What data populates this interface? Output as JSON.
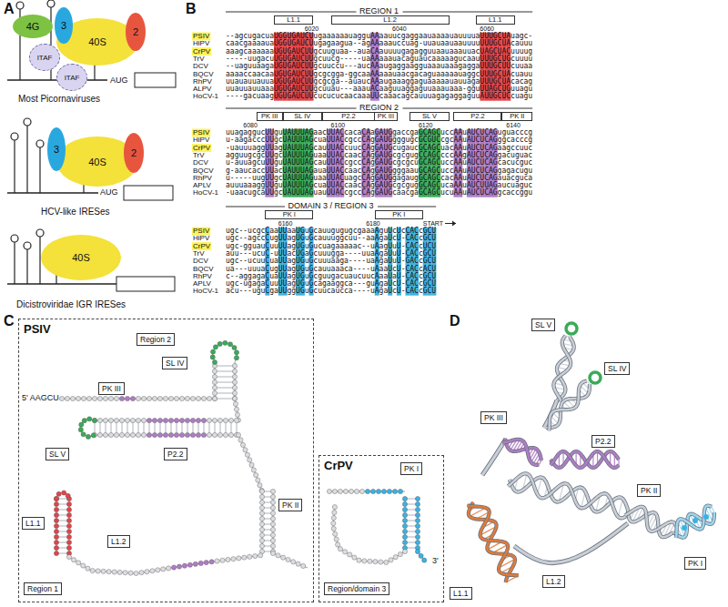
{
  "diagram": {
    "nodes": [
      {
        "text": [
          "4G"
        ]
      },
      {
        "text": [
          "3"
        ]
      },
      {
        "text": [
          "ITAF"
        ]
      },
      {
        "text": [
          "40S"
        ]
      },
      {
        "text": [
          "2"
        ]
      },
      {
        "text": [
          "ITAF"
        ]
      },
      {
        "text": [
          "3"
        ]
      },
      {
        "text": [
          "40S"
        ]
      },
      {
        "text": [
          "2"
        ]
      },
      {
        "text": [
          "40S"
        ]
      },
      {
        "text": [
          "L1.1"
        ]
      },
      {
        "text": [
          "L1.2"
        ]
      },
      {
        "text": [
          "L1.1"
        ]
      },
      {
        "text": [
          "PK III"
        ]
      },
      {
        "text": [
          "SL IV"
        ]
      },
      {
        "text": [
          "P2.2"
        ]
      },
      {
        "text": [
          "PK III"
        ]
      },
      {
        "text": [
          "SL V"
        ]
      },
      {
        "text": [
          "P2.2"
        ]
      },
      {
        "text": [
          "PK II"
        ]
      },
      {
        "text": [
          "PK I"
        ]
      },
      {
        "text": [
          "PK I"
        ]
      },
      {
        "text": [
          "PSIV"
        ]
      },
      {
        "text": [
          "Region 2"
        ],
        "in": 22
      },
      {
        "text": [
          "SL IV"
        ],
        "in": 22
      },
      {
        "text": [
          "PK III"
        ],
        "in": 22
      },
      {
        "text": [
          "SL V"
        ],
        "in": 22
      },
      {
        "text": [
          "P2.2"
        ],
        "in": 22
      },
      {
        "text": [
          "L1.1"
        ],
        "in": 22
      },
      {
        "text": [
          "L1.2"
        ],
        "in": 22
      },
      {
        "text": [
          "Region 1"
        ],
        "in": 22
      },
      {
        "text": [
          "PK II"
        ],
        "in": 22
      },
      {
        "text": [
          "CrPV"
        ]
      },
      {
        "text": [
          "PK I"
        ],
        "in": 32
      },
      {
        "text": [
          "Region/domain 3"
        ],
        "in": 32
      },
      {
        "text": [
          "SL V"
        ]
      },
      {
        "text": [
          "SL IV"
        ]
      },
      {
        "text": [
          "PK III"
        ]
      },
      {
        "text": [
          "P2.2"
        ]
      },
      {
        "text": [
          "L1.1"
        ]
      },
      {
        "text": [
          "L1.2"
        ]
      },
      {
        "text": [
          "PK II"
        ]
      },
      {
        "text": [
          "PK I"
        ]
      }
    ],
    "labels": [
      "A",
      "Most Picornaviruses",
      "AUG",
      "HCV-like IRESes",
      "AUG",
      "Dicistroviridae IGR IRESes",
      "B",
      "REGION 1",
      "6020",
      "6040",
      "6060",
      "PSIV",
      "--agcugacuaUGGUGAUCUugaaaaaauagguAAaauucgaggaauaaaauauuuuaUUUGCUAuagc-",
      "HiPV",
      "caacgaaaauaUGGUGAUCUugagaagua--agAAaaauccuag-uuauaauaauuuuUUUGCUAcauuu",
      "CrPV",
      "aaagcaaaaaaUGUGAUCUUgcuuguaa--auaCAauuuugagagguuaauaaauuacUAGCUACuuuug",
      "TrV",
      "-----uugacuUGUGAUCUUgcuucg-----uaAAaaauacaguaucaaaaagucaauUUUGCUGcuuuu",
      "DCV",
      "--uaguuaagaUGUGAUCUUgcuuccu---aucAAaugaggaagguaaauaaagaggaUUUGCUUcuuaa",
      "BQCV",
      "aaaaccaacaaUGUGAUCUUgcgcgga-ggcaaAAaaauaacgacaguaaaaauaggcUUUGCUAcuauu",
      "RhPV",
      "uuauauuauuaUGUGAUCUUgcgcga--auaucAAaugaaaggaguaaaaauauuagaUUUGCUAcacag",
      "ALPV",
      "uuauuauuaaaUGUGAUCUUgcuuau---aaauACaaguuaggaguuaaauaaa-gguUUAGCUGuuagu",
      "HoCV-1",
      "----gacuaagUGUGAUCUUcucucucaacaaaUUcaaacagcauuuagagaggaguuAUUGCUCcuagu",
      "REGION 2",
      "6080",
      "6100",
      "6120",
      "6140",
      "PSIV",
      "uuagaggucUUguUAUUUAGaacUUACcacaCAaGAUGgaccgaGCAGCuccAAuAUCUCAGuguacccg",
      "HiPV",
      "u-aagacccUUgcUAUUUAGcuaUUACcgccCAgGAUGgggugcGCGUCcgcAAuAUCUCAGggcacccg",
      "CrPV",
      "-uauuuaggUUagUAUUUAGcauUUACcuucCAgGAUGcugaucGCAGCuacAAuAUCUCAGaagccuuc",
      "TrV",
      "agguugcgcUUgcUAUUUAGuaaUUACcaacCAgGAUGcgcgugCCAGCcccAAgAUCUCAGgacuguac",
      "DCV",
      "u-auuagcuUUguUAUUUAGcauUUACcgccCAgGAUGcgcgcuGCAGCuccAAuAUCUCAGcacucguc",
      "BQCV",
      "g-aaucaccUUacUAUUUAGauaUUACcaacCAgGAUGgggaauGCAGCuccAAuAUCUCAGgagacugu",
      "RhPV",
      "u-----uugUUgcUAUUUAGuaaUUACuagcCAgGAUGgagaugGCAGCcacAAuAUCUCAGauacguca",
      "APLV",
      "auuuaaaggUUguUAUUUAGcuaUUACcaacCAgGAUGcgcgugGCAGCucaAAuAUCUUAGaucuaguc",
      "HoCV-1",
      "-uaacugcaUUgcUAUUUAGuauUUACcgccCAgGAUGcaacgaGCAGCucuAAuAUCUCAGgcaccggu",
      "DOMAIN 3 / REGION 3",
      "6160",
      "6180",
      "START",
      "PSIV",
      "ugc--ucgcCaaUUaaUGuGcauugugugcgaaaAguUcUcCACcGCU",
      "HiPV",
      "ugc--agccCugUUagUGuGcauuuggcuu--aaAgaUcU-CACcGCU",
      "CrPV",
      "ugc-gguauCuuUUagUGuGucuagaaaaac--uAagUuU-CACcUCU",
      "TrV",
      "auu---ucuC-uUUacUGaGcuuugga----uuaAgaUuU-CACcGCU",
      "DCV",
      "ugc--ucuuCuaUUagUGuGcuuuaaga----uaAgaUuU-GACcGCU",
      "BQCV",
      "ua---uuuaCugUUagUGuGcauuaaaca----uAaaUcU-CACcACU",
      "RhPV",
      "c--aggagaCuaUUagUGuGcguugacuaucuucAaaUaU-CACcGCU",
      "APLV",
      "ugc-ugagaCuuUUagUGuGcagaaggca---guAgaUcU-CACcGCU",
      "HoCV-1",
      "acu---uguCgaUUggUGuGcuucaucca----uAgaUcU-CACcGCU",
      "C",
      "5' AAGCU",
      "3'",
      "D"
    ]
  }
}
